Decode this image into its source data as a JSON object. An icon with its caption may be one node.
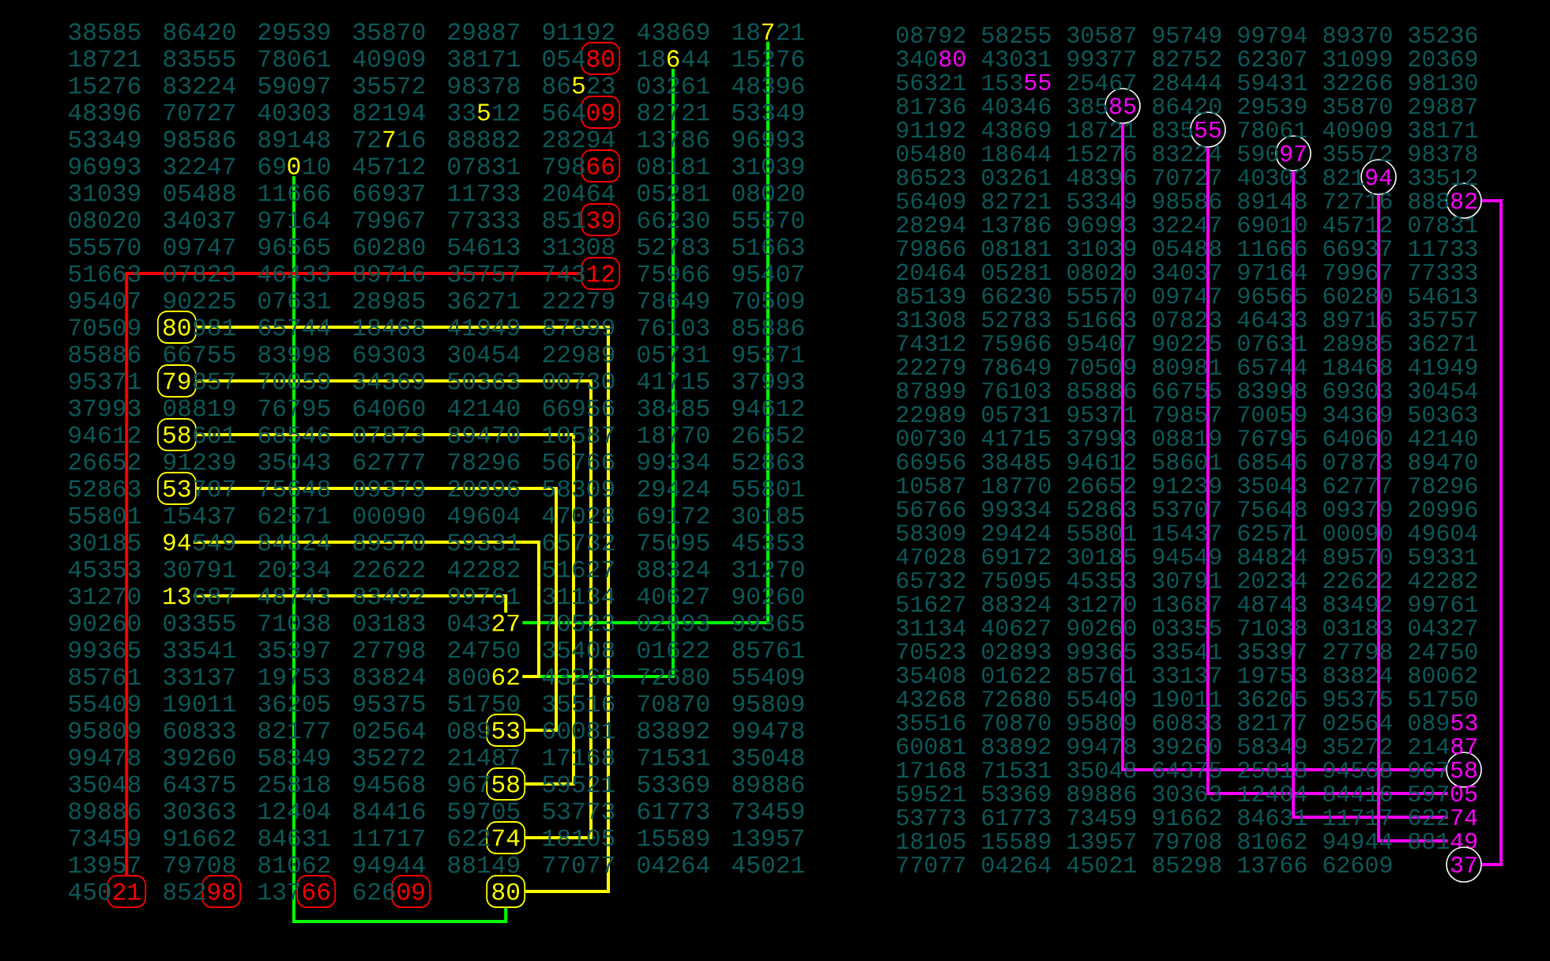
{
  "diagram": {
    "nodes": [
      {
        "text": [
          "7"
        ]
      },
      {
        "text": [
          "80"
        ]
      },
      {
        "text": [
          "6"
        ]
      },
      {
        "text": [
          "09"
        ]
      },
      {
        "text": [
          "0"
        ]
      },
      {
        "text": [
          "66"
        ]
      },
      {
        "text": [
          "39"
        ]
      },
      {
        "text": [
          "12"
        ]
      },
      {
        "text": [
          "80"
        ]
      },
      {
        "text": [
          "79"
        ]
      },
      {
        "text": [
          "58"
        ]
      },
      {
        "text": [
          "53"
        ]
      },
      {
        "text": [
          "94"
        ]
      },
      {
        "text": [
          "13"
        ]
      },
      {
        "text": [
          "27"
        ]
      },
      {
        "text": [
          "62"
        ]
      },
      {
        "text": [
          "53"
        ]
      },
      {
        "text": [
          "58"
        ]
      },
      {
        "text": [
          "74"
        ]
      },
      {
        "text": [
          "21"
        ]
      },
      {
        "text": [
          "98"
        ]
      },
      {
        "text": [
          "66"
        ]
      },
      {
        "text": [
          "09"
        ]
      },
      {
        "text": [
          "80"
        ]
      },
      {
        "text": [
          "85"
        ]
      },
      {
        "text": [
          "55"
        ]
      },
      {
        "text": [
          "97"
        ]
      },
      {
        "text": [
          "94"
        ]
      },
      {
        "text": [
          "82"
        ]
      },
      {
        "text": [
          "58"
        ]
      },
      {
        "text": [
          "05"
        ]
      },
      {
        "text": [
          "74"
        ]
      },
      {
        "text": [
          "49"
        ]
      },
      {
        "text": [
          "37"
        ]
      }
    ],
    "edges": [
      {
        "from": 0,
        "to": 14,
        "arrow": "none",
        "color": "#00ff00"
      },
      {
        "from": 2,
        "to": 15,
        "arrow": "none",
        "color": "#00ff00"
      },
      {
        "from": 4,
        "to": 23,
        "arrow": "none",
        "color": "#00ff00"
      },
      {
        "from": 7,
        "to": 19,
        "arrow": "none",
        "color": "#ff0000"
      },
      {
        "from": 8,
        "to": 23,
        "arrow": "none"
      },
      {
        "from": 9,
        "to": 18,
        "arrow": "none"
      },
      {
        "from": 10,
        "to": 17,
        "arrow": "none"
      },
      {
        "from": 11,
        "to": 16,
        "arrow": "none"
      },
      {
        "from": 12,
        "to": 15,
        "arrow": "none"
      },
      {
        "from": 13,
        "to": 14,
        "arrow": "none"
      },
      {
        "from": 24,
        "to": 29,
        "arrow": "none",
        "color": "#ff00ff"
      },
      {
        "from": 25,
        "to": 30,
        "arrow": "none",
        "color": "#ff00ff"
      },
      {
        "from": 26,
        "to": 31,
        "arrow": "none",
        "color": "#ff00ff"
      },
      {
        "from": 27,
        "to": 32,
        "arrow": "none",
        "color": "#ff00ff"
      },
      {
        "from": 28,
        "to": 33,
        "arrow": "none",
        "color": "#ff00ff"
      }
    ],
    "labels": [
      "38585",
      "86420",
      "29539",
      "35870",
      "29887",
      "91192",
      "43869",
      "18",
      "21",
      "18721",
      "83555",
      "78061",
      "40909",
      "38171",
      "054",
      "18",
      "44",
      "15276",
      "15276",
      "83224",
      "59097",
      "35572",
      "98378",
      "86",
      "5",
      "23",
      "03261",
      "48396",
      "48396",
      "70727",
      "40303",
      "82194",
      "33",
      "5",
      "12",
      "564",
      "82721",
      "53349",
      "53349",
      "98586",
      "89148",
      "72",
      "7",
      "16",
      "88882",
      "28294",
      "13786",
      "96993",
      "96993",
      "32247",
      "69",
      "10",
      "45712",
      "07831",
      "798",
      "08181",
      "31039",
      "31039",
      "05488",
      "11666",
      "66937",
      "11733",
      "20464",
      "05281",
      "08020",
      "08020",
      "34037",
      "97164",
      "79967",
      "77333",
      "851",
      "66230",
      "55570",
      "55570",
      "09747",
      "96565",
      "60280",
      "54613",
      "31308",
      "52783",
      "51663",
      "51663",
      "07823",
      "46433",
      "89716",
      "35757",
      "743",
      "75966",
      "95407",
      "95407",
      "90225",
      "07631",
      "28985",
      "36271",
      "22279",
      "78649",
      "70509",
      "70509",
      "981",
      "65744",
      "18468",
      "41949",
      "87899",
      "76103",
      "85886",
      "85886",
      "66755",
      "83998",
      "69303",
      "30454",
      "22989",
      "05731",
      "95371",
      "95371",
      "857",
      "70059",
      "34369",
      "50363",
      "00730",
      "41715",
      "37993",
      "37993",
      "08819",
      "76795",
      "64060",
      "42140",
      "66956",
      "38485",
      "94612",
      "94612",
      "601",
      "68546",
      "07873",
      "89470",
      "10587",
      "18770",
      "26652",
      "26652",
      "91239",
      "35043",
      "62777",
      "78296",
      "56766",
      "99334",
      "52863",
      "52863",
      "707",
      "75648",
      "09379",
      "20996",
      "58309",
      "29424",
      "55801",
      "55801",
      "15437",
      "62571",
      "00090",
      "49604",
      "47028",
      "69172",
      "30185",
      "30185",
      "549",
      "84824",
      "89570",
      "59331",
      "65732",
      "75095",
      "45353",
      "45353",
      "30791",
      "20234",
      "22622",
      "42282",
      "51627",
      "88324",
      "31270",
      "31270",
      "687",
      "48743",
      "83492",
      "99761",
      "31134",
      "40627",
      "90260",
      "90260",
      "03355",
      "71038",
      "03183",
      "043",
      "70523",
      "02893",
      "99365",
      "99365",
      "33541",
      "35397",
      "27798",
      "24750",
      "35408",
      "01622",
      "85761",
      "85761",
      "33137",
      "19753",
      "83824",
      "800",
      "43268",
      "72680",
      "55409",
      "55409",
      "19011",
      "36205",
      "95375",
      "51750",
      "35516",
      "70870",
      "95809",
      "95809",
      "60833",
      "82177",
      "02564",
      "089",
      "60081",
      "83892",
      "99478",
      "99478",
      "39260",
      "58349",
      "35272",
      "21487",
      "17168",
      "71531",
      "35048",
      "35048",
      "64375",
      "25818",
      "94568",
      "967",
      "59521",
      "53369",
      "89886",
      "89886",
      "30363",
      "12404",
      "84416",
      "59705",
      "53773",
      "61773",
      "73459",
      "73459",
      "91662",
      "84631",
      "11717",
      "622",
      "18105",
      "15589",
      "13957",
      "13957",
      "79708",
      "81062",
      "94944",
      "88149",
      "77077",
      "04264",
      "45021",
      "450",
      "852",
      "137",
      "626",
      "08792",
      "58255",
      "30587",
      "95749",
      "99794",
      "89370",
      "35236",
      "340",
      "80",
      "43031",
      "99377",
      "82752",
      "62307",
      "31099",
      "20369",
      "56321",
      "153",
      "55",
      "25467",
      "28444",
      "59431",
      "32266",
      "98130",
      "81736",
      "40346",
      "385",
      "86420",
      "29539",
      "35870",
      "29887",
      "91192",
      "43869",
      "18721",
      "835",
      "78061",
      "40909",
      "38171",
      "05480",
      "18644",
      "15276",
      "83224",
      "590",
      "35572",
      "98378",
      "86523",
      "03261",
      "48396",
      "70727",
      "40303",
      "821",
      "33512",
      "56409",
      "82721",
      "53349",
      "98586",
      "89148",
      "72716",
      "888",
      "28294",
      "13786",
      "96993",
      "32247",
      "69010",
      "45712",
      "07831",
      "79866",
      "08181",
      "31039",
      "05488",
      "11666",
      "66937",
      "11733",
      "20464",
      "05281",
      "08020",
      "34037",
      "97164",
      "79967",
      "77333",
      "85139",
      "66230",
      "55570",
      "09747",
      "96565",
      "60280",
      "54613",
      "31308",
      "52783",
      "51663",
      "07823",
      "46433",
      "89716",
      "35757",
      "74312",
      "75966",
      "95407",
      "90225",
      "07631",
      "28985",
      "36271",
      "22279",
      "78649",
      "70509",
      "80981",
      "65744",
      "18468",
      "41949",
      "87899",
      "76103",
      "85886",
      "66755",
      "83998",
      "69303",
      "30454",
      "22989",
      "05731",
      "95371",
      "79857",
      "70059",
      "34369",
      "50363",
      "00730",
      "41715",
      "37993",
      "08819",
      "76795",
      "64060",
      "42140",
      "66956",
      "38485",
      "94612",
      "58601",
      "68546",
      "07873",
      "89470",
      "10587",
      "18770",
      "26652",
      "91239",
      "35043",
      "62777",
      "78296",
      "56766",
      "99334",
      "52863",
      "53707",
      "75648",
      "09379",
      "20996",
      "58309",
      "29424",
      "55801",
      "15437",
      "62571",
      "00090",
      "49604",
      "47028",
      "69172",
      "30185",
      "94549",
      "84824",
      "89570",
      "59331",
      "65732",
      "75095",
      "45353",
      "30791",
      "20234",
      "22622",
      "42282",
      "51627",
      "88324",
      "31270",
      "13687",
      "48743",
      "83492",
      "99761",
      "31134",
      "40627",
      "90260",
      "03355",
      "71038",
      "03183",
      "04327",
      "70523",
      "02893",
      "99365",
      "33541",
      "35397",
      "27798",
      "24750",
      "35408",
      "01622",
      "85761",
      "33137",
      "19753",
      "83824",
      "80062",
      "43268",
      "72680",
      "55409",
      "19011",
      "36205",
      "95375",
      "51750",
      "35516",
      "70870",
      "95809",
      "60833",
      "82177",
      "02564",
      "089",
      "53",
      "60081",
      "83892",
      "99478",
      "39260",
      "58349",
      "35272",
      "214",
      "87",
      "17168",
      "71531",
      "35048",
      "64375",
      "25818",
      "94568",
      "967",
      "59521",
      "53369",
      "89886",
      "30363",
      "12404",
      "84416",
      "597",
      "53773",
      "61773",
      "73459",
      "91662",
      "84631",
      "11717",
      "622",
      "18105",
      "15589",
      "13957",
      "79708",
      "81062",
      "94944",
      "881",
      "77077",
      "04264",
      "45021",
      "85298",
      "13766",
      "62609"
    ]
  }
}
